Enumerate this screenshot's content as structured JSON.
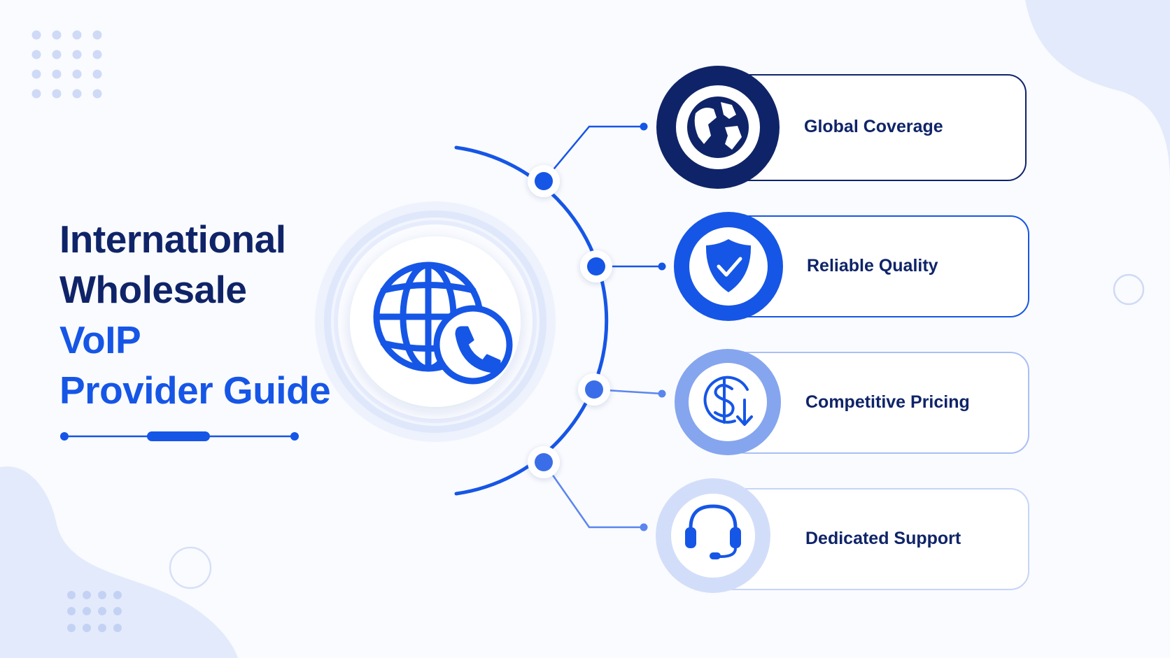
{
  "title": {
    "lines": [
      {
        "text": "International",
        "tone": "dark"
      },
      {
        "text": "Wholesale",
        "tone": "dark"
      },
      {
        "text": "VoIP",
        "tone": "accent"
      },
      {
        "text": "Provider Guide",
        "tone": "accent"
      }
    ]
  },
  "features": [
    {
      "label": "Global Coverage",
      "icon": "globe-icon"
    },
    {
      "label": "Reliable Quality",
      "icon": "shield-check-icon"
    },
    {
      "label": "Competitive Pricing",
      "icon": "dollar-down-icon"
    },
    {
      "label": "Dedicated Support",
      "icon": "headset-icon"
    }
  ],
  "hub": {
    "icon": "globe-phone-icon"
  },
  "colors": {
    "navy": "#0f2468",
    "accent": "#1656e6",
    "mid_blue": "#5b86ee",
    "light_blue": "#a9bff5",
    "pale_blue": "#e3eafb",
    "background": "#fafbfe"
  }
}
